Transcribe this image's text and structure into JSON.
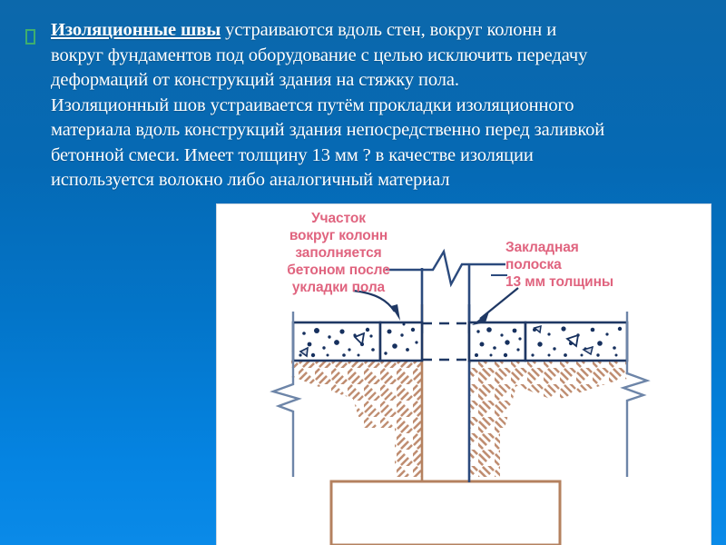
{
  "slide": {
    "background_top_color": "#0c68ab",
    "background_bottom_color": "#0a8ae8",
    "bullet_color": "#3fae6e"
  },
  "body_text": {
    "lead": "Изоляционные швы",
    "lines": [
      " устраиваются вдоль стен, вокруг колонн и",
      "вокруг фундаментов под оборудование с целью исключить передачу",
      "деформаций от конструкций здания на стяжку пола.",
      "Изоляционный шов устраивается путём прокладки изоляционного",
      "материала вдоль конструкций здания непосредственно перед заливкой",
      "бетонной смеси. Имеет  толщину 13 мм ? в качестве изоляции",
      "используется волокно либо аналогичный материал"
    ],
    "full_text": "Изоляционные швы устраиваются вдоль стен, вокруг колонн и вокруг фундаментов под оборудование с целью исключить передачу деформаций от конструкций здания на стяжку пола. Изоляционный шов устраивается путём прокладки изоляционного материала вдоль конструкций здания непосредственно перед заливкой бетонной смеси. Имеет  толщину 13 мм ? в качестве изоляции используется волокно либо аналогичный материал"
  },
  "diagram": {
    "label_left": "Участок\nвокруг колонн\nзаполняется\nбетоном после\nукладки пола",
    "label_right": "Закладная\nполоска\n13 мм толщины",
    "label_color": "#e0647f",
    "slab_outline_color": "#1f3864",
    "aggregate_color": "#16305e",
    "soil_hatch_color": "#c08e72",
    "footing_color": "#b4815f",
    "column_line_color": "#2b4a7d",
    "break_line_color": "#4a6b99",
    "dashed_joint_color": "#1f3864",
    "strip_thickness_mm": "13"
  }
}
